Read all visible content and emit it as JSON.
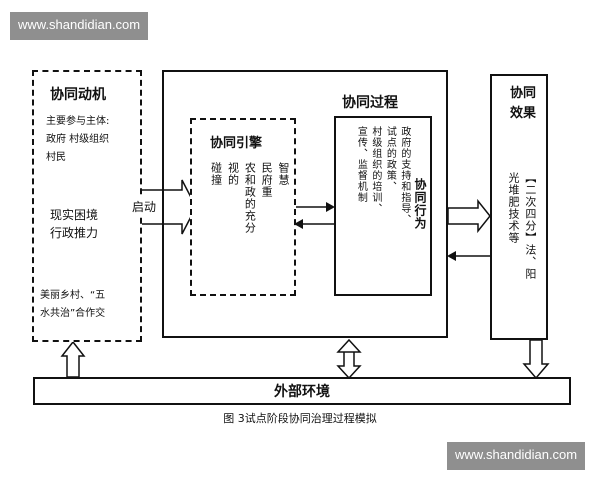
{
  "watermark_top": "www.shandidian.com",
  "watermark_bottom": "www.shandidian.com",
  "left_panel": {
    "title": "协同动机",
    "participants_label": "主要参与主体:",
    "participants_line1": "政府 村级组织",
    "participants_line2": "村民",
    "pressure_line1": "现实困境",
    "pressure_line2": "行政推力",
    "policy_line1": "美丽乡村、“五",
    "policy_line2": "水共治”合作交"
  },
  "start_label": "启动",
  "process_title": "协同过程",
  "engine": {
    "title": "协同引擎",
    "col1": "智慧",
    "col2": "民府重",
    "col3": "农和政的充分",
    "col4": "视的",
    "col5": "碰撞"
  },
  "action": {
    "title": "协同行为",
    "col1": "政府的支持和指导、",
    "col2": "试点的政策、",
    "col3": "村级组织的培训、",
    "col4": "宣传、监督机制"
  },
  "effect": {
    "title_line1": "协同",
    "title_line2": "效果",
    "col1": "【二次四分】法、阳",
    "col2": "光堆肥技术等"
  },
  "environment_label": "外部环境",
  "caption": "图 3试点阶段协同治理过程模拟"
}
